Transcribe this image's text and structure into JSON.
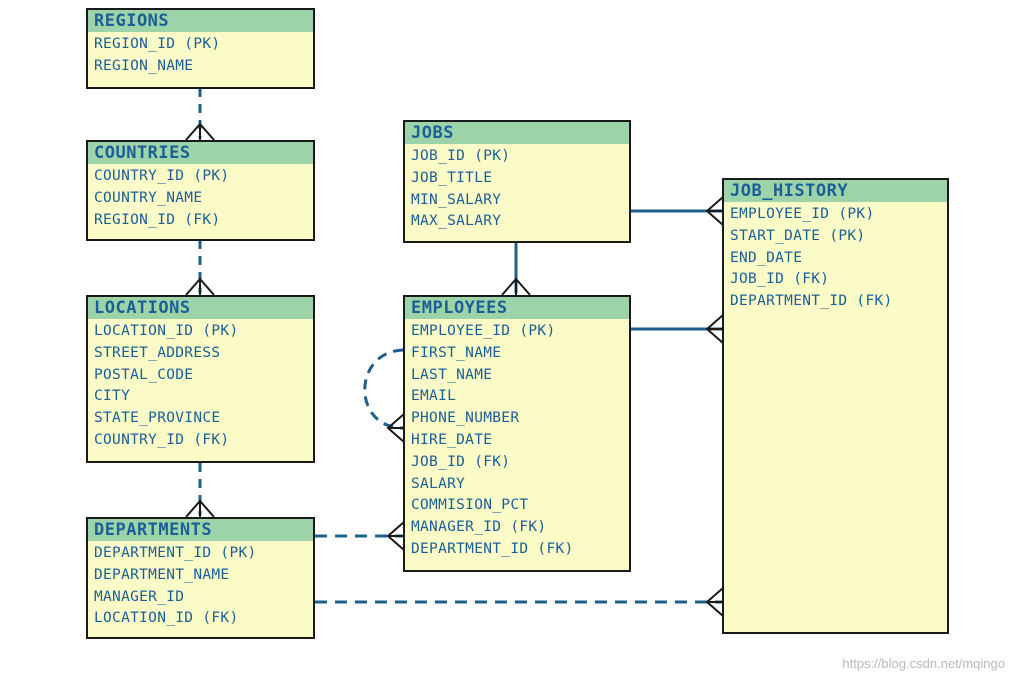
{
  "entities": {
    "regions": {
      "title": "REGIONS",
      "fields": [
        "REGION_ID (PK)",
        "REGION_NAME"
      ]
    },
    "countries": {
      "title": "COUNTRIES",
      "fields": [
        "COUNTRY_ID (PK)",
        "COUNTRY_NAME",
        "REGION_ID (FK)"
      ]
    },
    "locations": {
      "title": "LOCATIONS",
      "fields": [
        "LOCATION_ID (PK)",
        "STREET_ADDRESS",
        "POSTAL_CODE",
        "CITY",
        "STATE_PROVINCE",
        "COUNTRY_ID (FK)"
      ]
    },
    "departments": {
      "title": "DEPARTMENTS",
      "fields": [
        "DEPARTMENT_ID (PK)",
        "DEPARTMENT_NAME",
        "MANAGER_ID",
        "LOCATION_ID (FK)"
      ]
    },
    "jobs": {
      "title": "JOBS",
      "fields": [
        "JOB_ID (PK)",
        "JOB_TITLE",
        "MIN_SALARY",
        "MAX_SALARY"
      ]
    },
    "employees": {
      "title": "EMPLOYEES",
      "fields": [
        "EMPLOYEE_ID (PK)",
        "FIRST_NAME",
        "LAST_NAME",
        "EMAIL",
        "PHONE_NUMBER",
        "HIRE_DATE",
        "JOB_ID (FK)",
        "SALARY",
        "COMMISION_PCT",
        "MANAGER_ID (FK)",
        "DEPARTMENT_ID (FK)"
      ]
    },
    "job_history": {
      "title": "JOB_HISTORY",
      "fields": [
        "EMPLOYEE_ID (PK)",
        "START_DATE (PK)",
        "END_DATE",
        "JOB_ID (FK)",
        "DEPARTMENT_ID (FK)"
      ]
    }
  },
  "colors": {
    "header_bg": "#9dd3a8",
    "body_bg": "#fbfbc8",
    "text": "#1b5f96",
    "connector": "#1f5f8b"
  },
  "watermark": "https://blog.csdn.net/mqingo"
}
